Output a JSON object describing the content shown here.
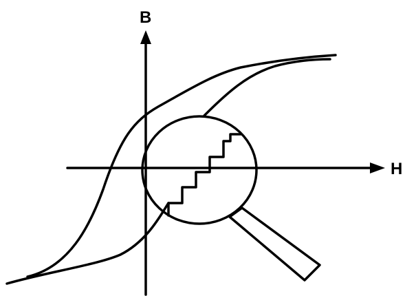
{
  "diagram": {
    "axes": {
      "vertical_label": "B",
      "horizontal_label": "H"
    },
    "elements": [
      "hysteresis-loop",
      "magnifying-glass",
      "barkhausen-staircase"
    ],
    "colors": {
      "ink": "#000000",
      "background": "#ffffff"
    }
  }
}
